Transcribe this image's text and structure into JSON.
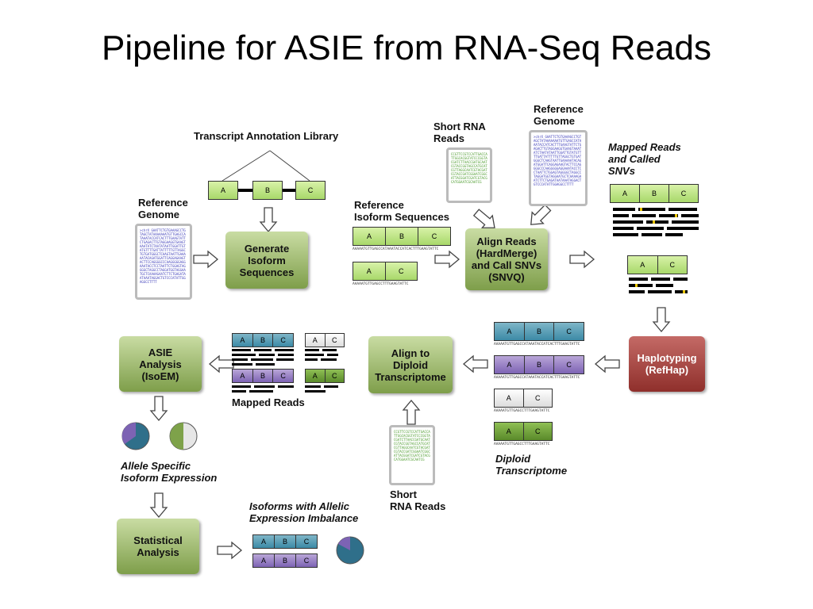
{
  "title": "Pipeline for ASIE from RNA-Seq Reads",
  "labels": {
    "transcript_library": "Transcript Annotation Library",
    "reference_genome_1": "Reference\nGenome",
    "reference_isoforms": "Reference\nIsoform Sequences",
    "short_rna_reads_top": "Short RNA\nReads",
    "reference_genome_2": "Reference\nGenome",
    "mapped_reads_snvs": "Mapped Reads\nand Called\nSNVs",
    "mapped_reads": "Mapped Reads",
    "diploid_transcriptome": "Diploid\nTranscriptome",
    "short_rna_reads_bottom": "Short\nRNA Reads",
    "allele_specific": "Allele Specific\nIsoform Expression",
    "isoforms_imbalance": "Isoforms with Allelic\nExpression Imbalance"
  },
  "steps": {
    "generate": "Generate\nIsoform\nSequences",
    "align_reads": "Align Reads\n(HardMerge)\nand Call SNVs\n(SNVQ)",
    "haplotyping": "Haplotyping\n(RefHap)",
    "align_diploid": "Align to\nDiploid\nTranscriptome",
    "asie": "ASIE\nAnalysis\n(IsoEM)",
    "statistical": "Statistical\nAnalysis"
  },
  "segments": {
    "a": "A",
    "b": "B",
    "c": "C"
  },
  "genome_text": ">chrX GAATTCTGTGAAAGCCTGTAGCTATAAAAAAATGTTGAGCCATAAATACCATCACTTTGAAGTATTCTGAGACTTGTAGGAAGGTGAAGTAAATATCTAATATAATTGGATTGTATGTTTTGATTATTTTTGTTAGGCTGTGATGGGCTCAAGTAATTGAAAAATACAGATGGATTCAGGAGAAGTACTTCCAGGGGCCCAAGGGGGAGGAAATACCTCCTAATTCTGGAGTAGGGGCTAGGCCTAGGATGGTAGGAATGCTCAAAAGAATCTTCTGAGATAATAAATAGGACTGTCCCATATTGGAGGCCTTTT",
  "reads_text": "CCGTTCCGTCCATTGACCATTGGCACGGTATCCCGGTACGATCTTAACCGATGCAATCGTACCGGTAGCCATGCATCGTTAGGCAATCGTACGATCGTACCGATCGGAATCGGCATTACGGATCGATCGTACGCATGGAATCGCAATCG",
  "seq_labels": {
    "abc": "AAAAATGTTGAGCCATAAATACCATCACTTTGAAGTATTC",
    "ac": "AAAAATGTTGAGCCTTTGAAGTATTC"
  }
}
